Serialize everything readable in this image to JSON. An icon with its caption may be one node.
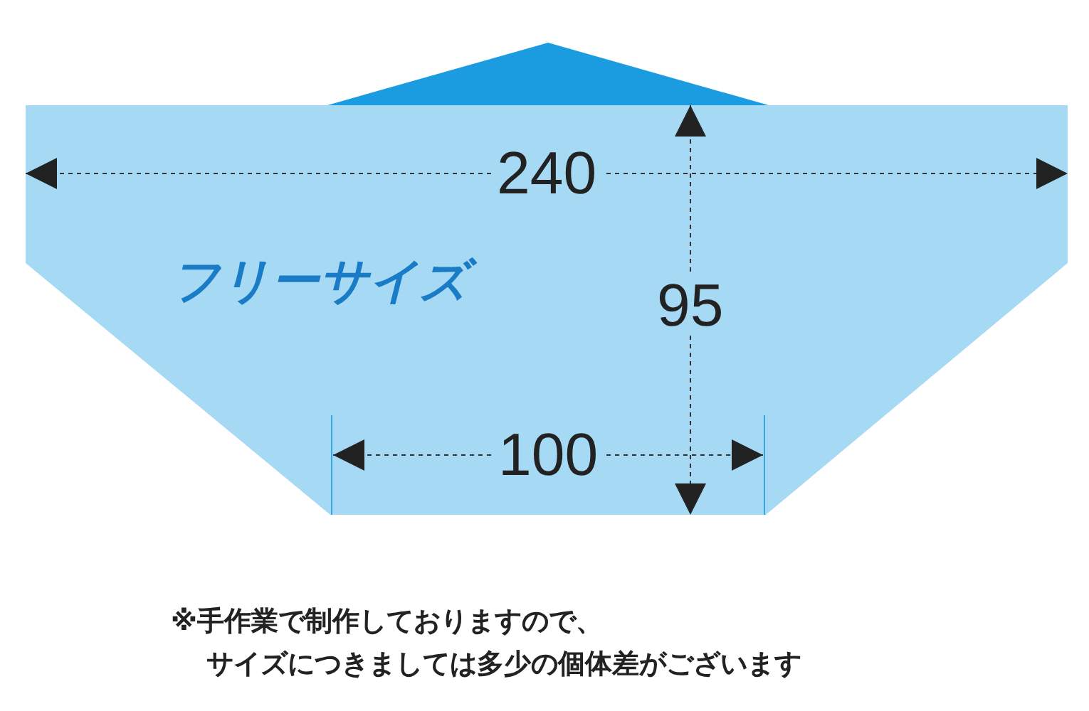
{
  "diagram": {
    "caption": "※手作業で制作しておりますので、サイズにつきましては多少の個体差がございます",
    "nodes": [
      {
        "text": [
          "フリーサイズ"
        ]
      }
    ],
    "labels": [
      "240",
      "95",
      "100"
    ]
  }
}
